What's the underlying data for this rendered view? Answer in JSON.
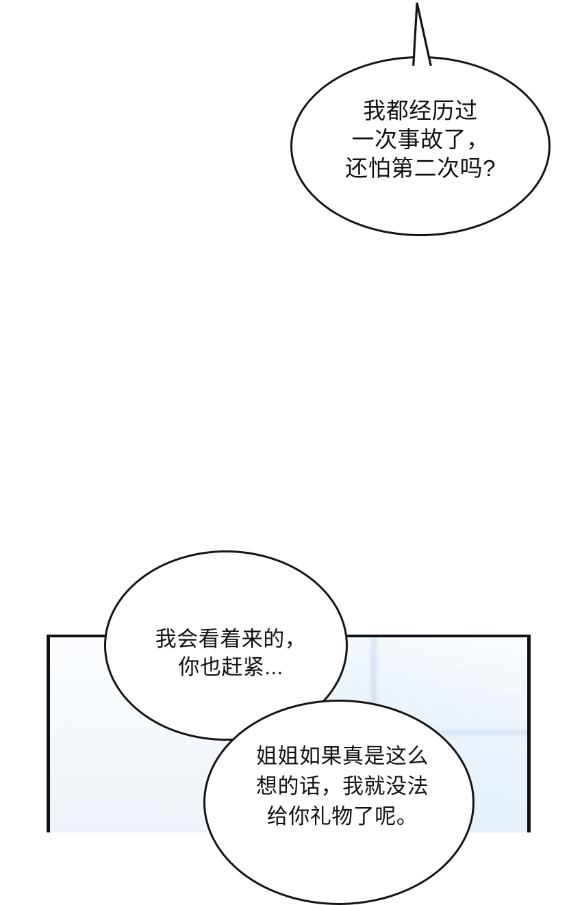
{
  "page": {
    "kind": "comic-page",
    "background_color": "#ffffff",
    "line_color": "#141414"
  },
  "panel": {
    "background_color": "#f4f8fc",
    "border_color": "#111111",
    "highlight_color": "#cddef4"
  },
  "bubbles": [
    {
      "id": "bubble-1",
      "text": "我都经历过\n一次事故了，\n还怕第二次吗?",
      "has_tail": true,
      "tail_direction": "up"
    },
    {
      "id": "bubble-2",
      "text": "我会看着来的，\n你也赶紧...",
      "has_tail": false,
      "tail_direction": "none"
    },
    {
      "id": "bubble-3",
      "text": "姐姐如果真是这么\n想的话，我就没法\n给你礼物了呢。",
      "has_tail": false,
      "tail_direction": "none"
    }
  ]
}
